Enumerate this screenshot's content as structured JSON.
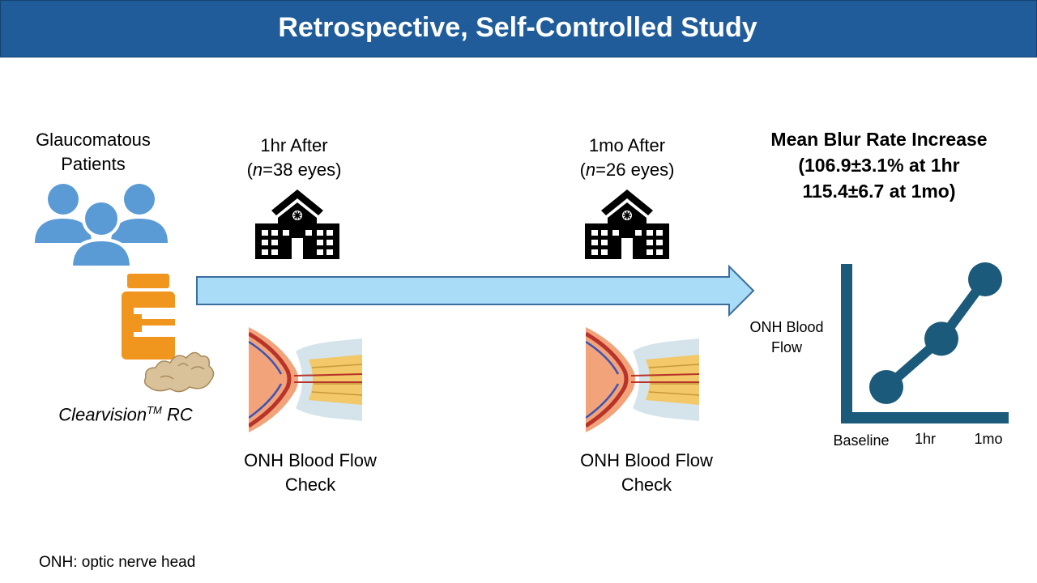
{
  "header": {
    "title": "Retrospective, Self-Controlled Study"
  },
  "patients": {
    "line1": "Glaucomatous",
    "line2": "Patients"
  },
  "product": {
    "name": "Clearvision",
    "superscript": "TM",
    "suffix": " RC"
  },
  "timepoints": [
    {
      "label": "1hr After",
      "n_prefix": "(",
      "n_italic": "n",
      "n_rest": "=38 eyes)",
      "check_line1": "ONH Blood Flow",
      "check_line2": "Check"
    },
    {
      "label": "1mo After",
      "n_prefix": "(",
      "n_italic": "n",
      "n_rest": "=26 eyes)",
      "check_line1": "ONH Blood Flow",
      "check_line2": "Check"
    }
  ],
  "results": {
    "line1": "Mean Blur Rate Increase",
    "line2": "(106.9±3.1% at 1hr",
    "line3": "115.4±6.7 at 1mo)"
  },
  "chart_data": {
    "type": "line",
    "categories": [
      "Baseline",
      "1hr",
      "1mo"
    ],
    "ylabel": "ONH Blood Flow",
    "values": [
      100,
      106.9,
      115.4
    ],
    "ylim": [
      95,
      120
    ],
    "color": "#1b5a7a"
  },
  "footnote": "ONH: optic nerve head",
  "colors": {
    "header": "#1f5c99",
    "arrow": "#a8dcf7",
    "people": "#5b9bd5",
    "bottle": "#f0961e"
  }
}
